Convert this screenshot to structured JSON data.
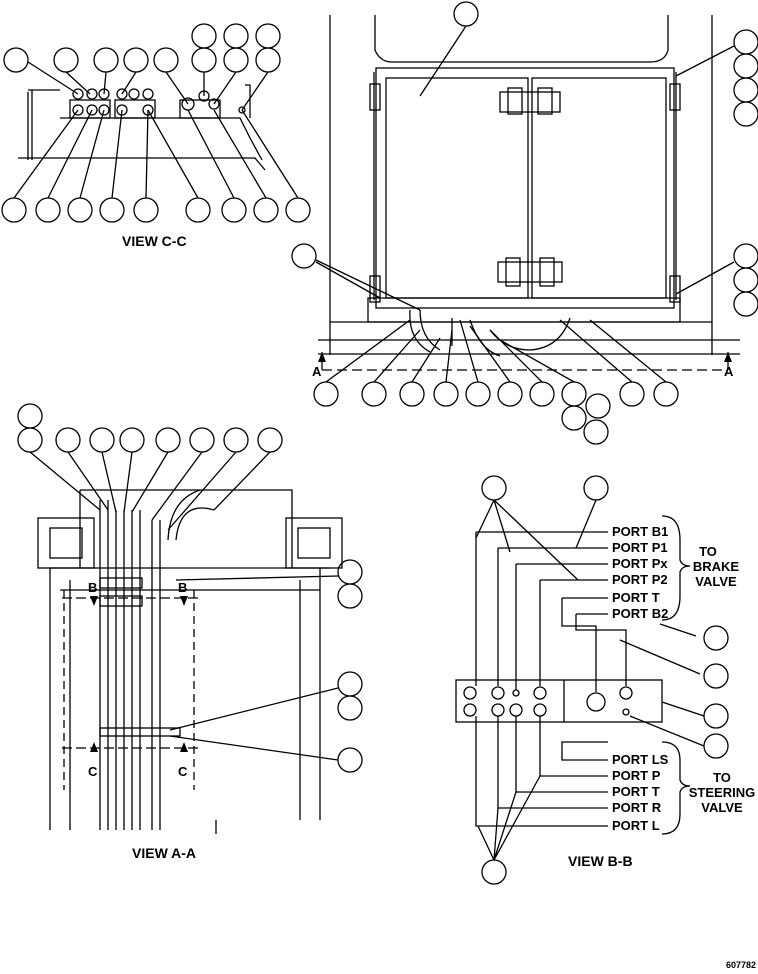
{
  "views": {
    "view_cc": "VIEW C-C",
    "view_aa": "VIEW A-A",
    "view_bb": "VIEW B-B"
  },
  "ports_brake": [
    "PORT B1",
    "PORT P1",
    "PORT Px",
    "PORT P2",
    "PORT T",
    "PORT B2"
  ],
  "ports_steer": [
    "PORT LS",
    "PORT P",
    "PORT T",
    "PORT R",
    "PORT L"
  ],
  "brake_group": {
    "line1": "TO",
    "line2": "BRAKE",
    "line3": "VALVE"
  },
  "steer_group": {
    "line1": "TO",
    "line2": "STEERING",
    "line3": "VALVE"
  },
  "section_markers": {
    "a": "A",
    "b": "B",
    "c": "C"
  },
  "figure_id": "607782"
}
